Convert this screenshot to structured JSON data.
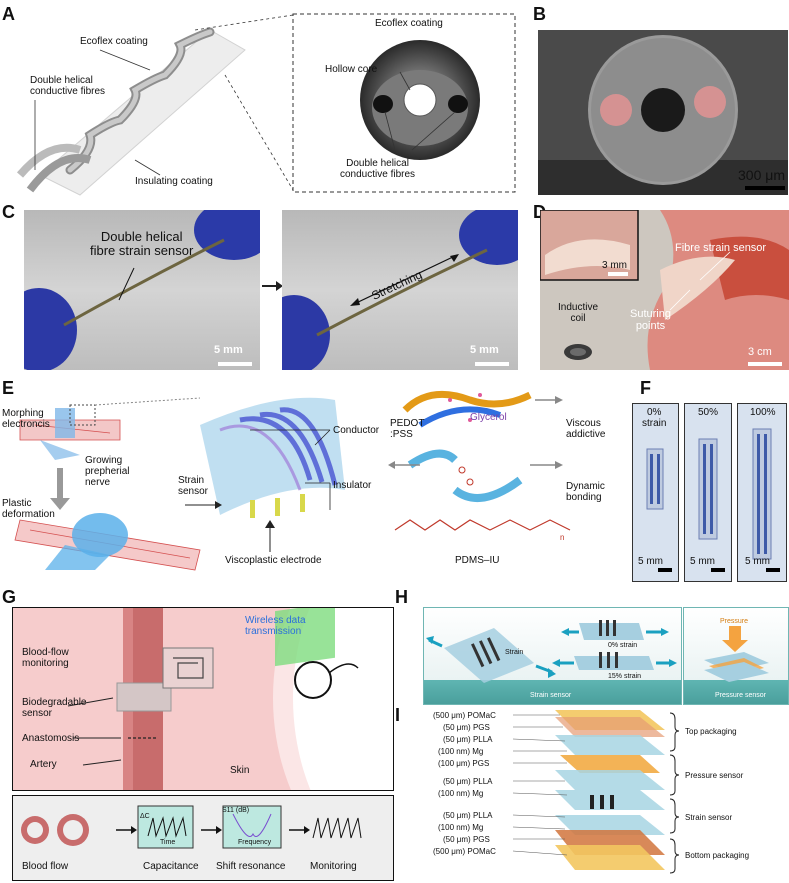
{
  "panels": {
    "A": {
      "label": "A",
      "ecoflex_left": "Ecoflex coating",
      "double_helical_left": "Double helical\nconductive fibres",
      "insulating": "Insulating coating",
      "ecoflex_right": "Ecoflex coating",
      "hollow_core": "Hollow core",
      "double_helical_right": "Double helical\nconductive fibres"
    },
    "B": {
      "label": "B",
      "scale": "300 μm"
    },
    "C": {
      "label": "C",
      "sensor": "Double helical\nfibre strain sensor",
      "stretching": "Stretching",
      "scale_left": "5 mm",
      "scale_right": "5 mm"
    },
    "D": {
      "label": "D",
      "inset_scale": "3 mm",
      "fibre": "Fibre strain sensor",
      "inductive": "Inductive\ncoil",
      "suturing": "Suturing\npoints",
      "scale": "3 cm"
    },
    "E": {
      "label": "E",
      "morphing": "Morphing\nelectroncis",
      "growing": "Growing\nprepherial\nnerve",
      "plastic": "Plastic\ndeformation",
      "strain": "Strain\nsensor",
      "conductor": "Conductor",
      "insulator": "Insulator",
      "electrode": "Viscoplastic electrode",
      "pedot": "PEDOT\n:PSS",
      "glycerol": "Glycerol",
      "viscous": "Viscous\naddictive",
      "dynamic": "Dynamic\nbonding",
      "pdms": "PDMS–IU"
    },
    "F": {
      "label": "F",
      "s0": "0%\nstrain",
      "s50": "50%",
      "s100": "100%",
      "scale1": "5 mm",
      "scale2": "5 mm",
      "scale3": "5 mm"
    },
    "G": {
      "label": "G",
      "wireless": "Wireless data\ntransmission",
      "bloodflow_mon": "Blood-flow\nmonitoring",
      "biodegradable": "Biodegradable\nsensor",
      "anastomosis": "Anastomosis",
      "artery": "Artery",
      "skin": "Skin",
      "flow_steps": [
        "Blood flow",
        "Capacitance",
        "Shift resonance",
        "Monitoring"
      ],
      "time": "Time",
      "frequency": "Frequency",
      "dc": "ΔC",
      "s11": "S11 (dB)"
    },
    "H": {
      "label": "H",
      "strain": "Strain",
      "zero": "0% strain",
      "fifteen": "15% strain",
      "strain_sensor": "Strain sensor",
      "pressure": "Pressure",
      "pressure_sensor": "Pressure sensor"
    },
    "I": {
      "label": "I",
      "layers": [
        "(500 μm) POMaC",
        "(50 μm) PGS",
        "(50 μm) PLLA",
        "(100 nm) Mg",
        "(100 μm) PGS",
        "(50 μm) PLLA",
        "(100 nm) Mg",
        "(50 μm) PLLA",
        "(100 nm) Mg",
        "(50 μm) PGS",
        "(500 μm) POMaC"
      ],
      "groups": [
        "Top packaging",
        "Pressure sensor",
        "Strain sensor",
        "Bottom packaging"
      ]
    }
  },
  "colors": {
    "gel_blue": "#b9dbef",
    "tissue": "#e9a09a",
    "artery": "#c86c6c",
    "gold": "#f1c232"
  }
}
